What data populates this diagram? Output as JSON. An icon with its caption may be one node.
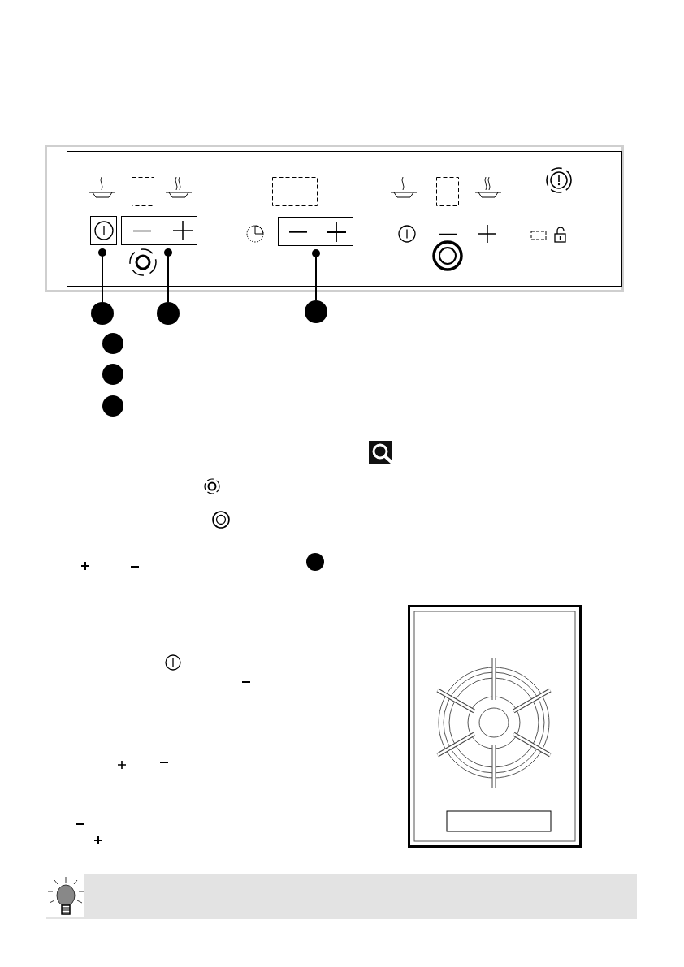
{
  "diagram": {
    "nodes": [
      {
        "text": [],
        "shape": "box"
      },
      {
        "text": [],
        "shape": "box"
      },
      {
        "text": [],
        "shape": "box"
      },
      {
        "text": [],
        "shape": "circle"
      },
      {
        "text": [],
        "shape": "circle"
      },
      {
        "text": [],
        "shape": "circle"
      },
      {
        "text": [],
        "shape": "circle"
      },
      {
        "text": [],
        "shape": "circle"
      },
      {
        "text": [],
        "shape": "circle"
      },
      {
        "text": [],
        "shape": "circle"
      }
    ],
    "edges": [
      {
        "from": 3,
        "to": 0,
        "arrow": "other"
      },
      {
        "from": 4,
        "to": 1,
        "arrow": "other"
      },
      {
        "from": 5,
        "to": 2,
        "arrow": "other"
      }
    ]
  }
}
